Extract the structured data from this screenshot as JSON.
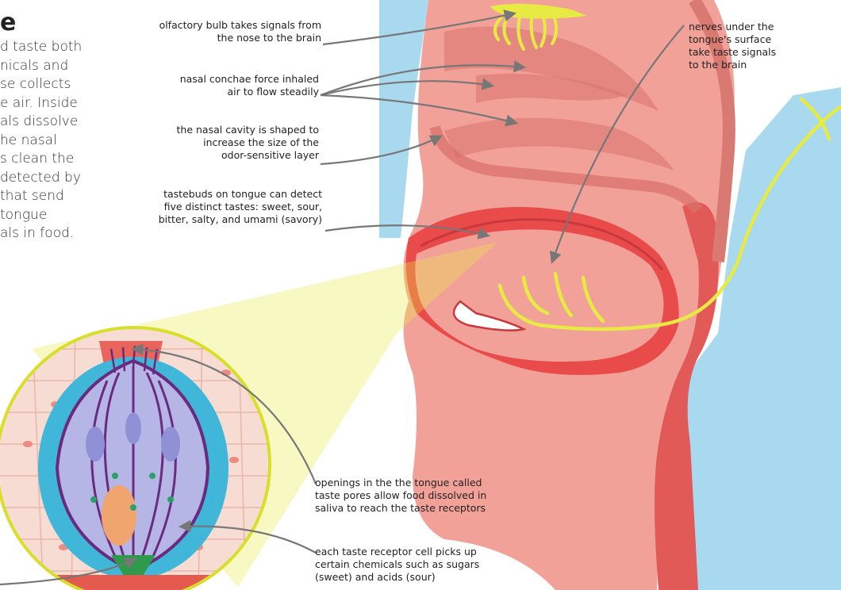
{
  "intro": {
    "title": "e",
    "lines": [
      "d taste both",
      "nicals and",
      "se collects",
      "e air. Inside",
      "als dissolve",
      "he nasal",
      "s clean the",
      "detected by",
      "that send",
      "tongue",
      "als in food."
    ]
  },
  "labels": {
    "olfactory": [
      "olfactory bulb takes signals from",
      "the nose to the brain"
    ],
    "conchae": [
      "nasal conchae force inhaled",
      "air to flow steadily"
    ],
    "cavity": [
      "the nasal cavity is shaped to",
      "increase the size of the",
      "odor-sensitive layer"
    ],
    "tastebuds": [
      "tastebuds on tongue can detect",
      "five distinct tastes: sweet, sour,",
      "bitter, salty, and umami (savory)"
    ],
    "nerves": [
      "nerves under the",
      "tongue's surface",
      "take taste signals",
      "to the brain"
    ],
    "pores": [
      "openings in the the tongue called",
      "taste pores allow food dissolved in",
      "saliva to reach the taste receptors"
    ],
    "receptor": [
      "each taste receptor cell picks up",
      "certain chemicals such as sugars",
      "(sweet) and acids (sour)"
    ]
  },
  "colors": {
    "background_blue": "#a9d9ee",
    "tissue_pink": "#f2a199",
    "tissue_dark": "#d9726b",
    "tongue_red": "#e94a4a",
    "nerve_yellow": "#e8ea44",
    "arrow_gray": "#777777",
    "bud_purple": "#6a2b7f",
    "bud_lilac": "#b5b6e6",
    "pore_blue": "#40b7d9"
  }
}
